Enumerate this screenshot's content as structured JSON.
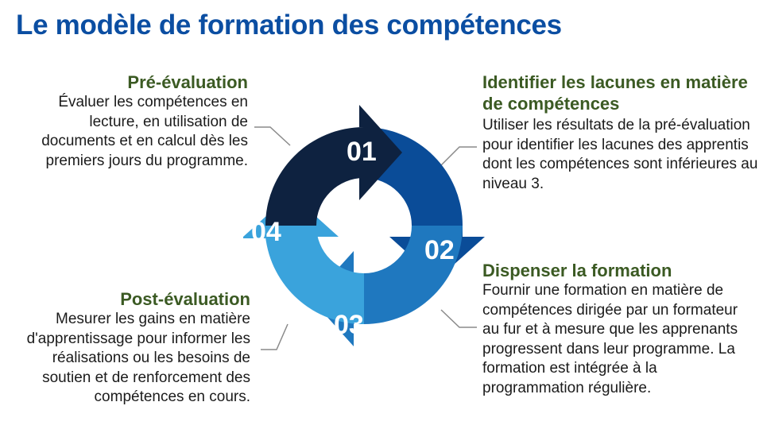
{
  "title": "Le modèle de formation des compétences",
  "steps": [
    {
      "number": "01",
      "heading": "Pré-évaluation",
      "description": "Évaluer les compétences en lecture, en utilisation de documents et en calcul dès les premiers jours du programme.",
      "color": "#0e2240"
    },
    {
      "number": "02",
      "heading": "Identifier les lacunes en matière de compétences",
      "description": "Utiliser les résultats de la pré-évaluation pour identifier les lacunes des apprentis dont les compétences sont inférieures au niveau 3.",
      "color": "#0a4c98"
    },
    {
      "number": "03",
      "heading": "Dispenser la formation",
      "description": "Fournir une formation en matière de  compétences dirigée par un formateur au fur et à mesure que les apprenants progressent dans leur programme. La formation est intégrée à la programmation régulière.",
      "color": "#1f78bf"
    },
    {
      "number": "04",
      "heading": "Post-évaluation",
      "description": "Mesurer les gains en matière d'apprentissage pour informer les réalisations ou les besoins de soutien et de renforcement des compétences en cours.",
      "color": "#3aa3dc"
    }
  ],
  "colors": {
    "title": "#0b4ea2",
    "heading": "#3b5a23",
    "connector": "#8a8a8a"
  }
}
